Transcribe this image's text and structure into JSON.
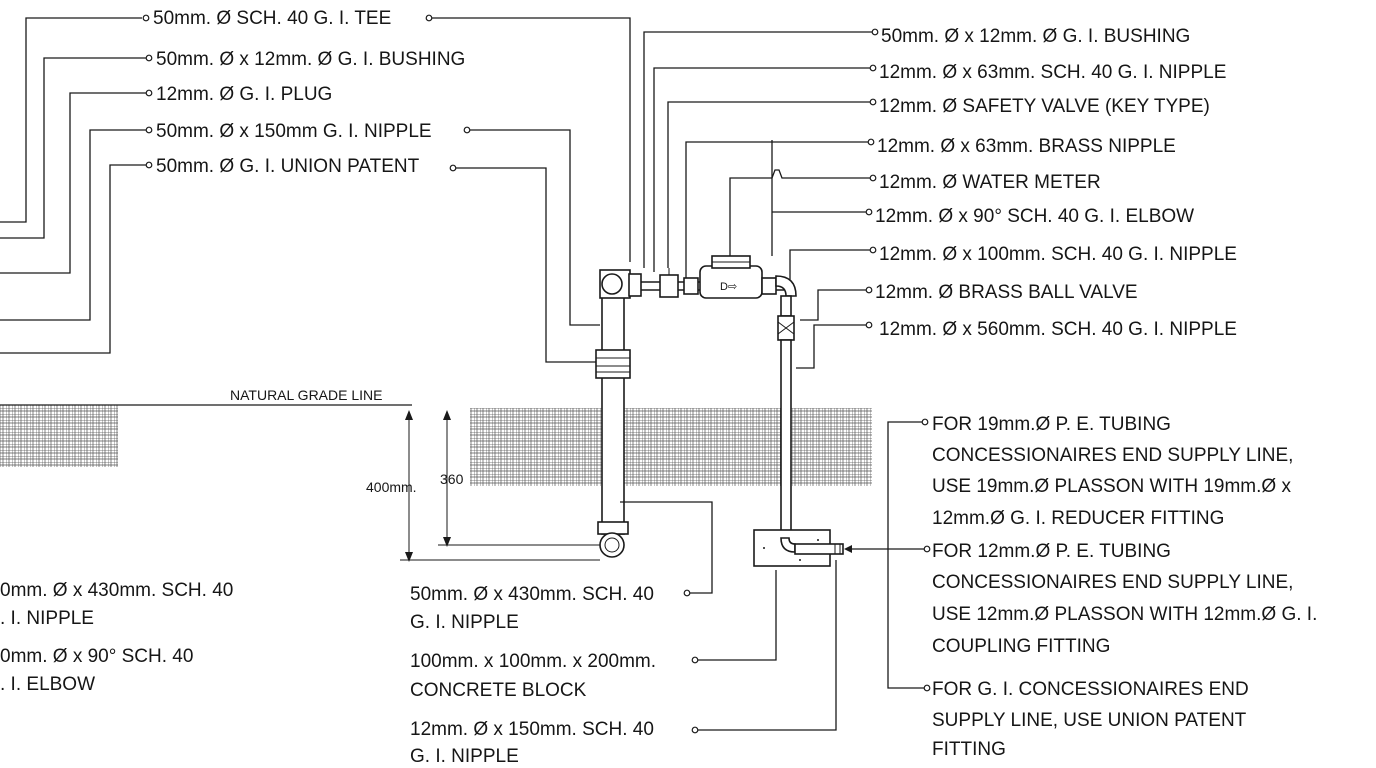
{
  "left_callouts": [
    "50mm. Ø SCH. 40 G. I. TEE",
    "50mm. Ø x 12mm. Ø G. I. BUSHING",
    "12mm. Ø G. I. PLUG",
    "50mm. Ø x 150mm G. I. NIPPLE",
    "50mm. Ø G. I. UNION PATENT"
  ],
  "right_callouts": [
    "50mm. Ø x 12mm. Ø G. I. BUSHING",
    "12mm. Ø x 63mm. SCH. 40 G. I. NIPPLE",
    "12mm. Ø SAFETY VALVE (KEY TYPE)",
    "12mm. Ø x 63mm. BRASS NIPPLE",
    "12mm. Ø WATER METER",
    "12mm. Ø x 90° SCH. 40 G. I. ELBOW",
    "12mm. Ø x 100mm. SCH. 40 G. I. NIPPLE",
    "12mm. Ø BRASS BALL VALVE",
    "12mm. Ø x 560mm. SCH. 40 G. I. NIPPLE"
  ],
  "grade_label": "NATURAL GRADE LINE",
  "dim_400": "400mm.",
  "dim_360": "360",
  "left_bottom_labels": [
    [
      "0mm. Ø x 430mm. SCH. 40",
      ". I. NIPPLE"
    ],
    [
      "0mm. Ø x 90° SCH. 40",
      ". I. ELBOW"
    ]
  ],
  "bottom_callouts": [
    [
      "50mm. Ø x 430mm. SCH. 40",
      "G. I. NIPPLE"
    ],
    [
      "100mm. x 100mm. x 200mm.",
      "CONCRETE BLOCK"
    ],
    [
      "12mm. Ø x 150mm. SCH. 40",
      "G. I. NIPPLE"
    ]
  ],
  "right_notes": [
    [
      "FOR 19mm.Ø P. E. TUBING",
      "CONCESSIONAIRES END SUPPLY LINE,",
      "USE 19mm.Ø PLASSON WITH 19mm.Ø x",
      "12mm.Ø G. I. REDUCER FITTING"
    ],
    [
      "FOR 12mm.Ø P. E. TUBING",
      "CONCESSIONAIRES END SUPPLY LINE,",
      "USE 12mm.Ø PLASSON WITH 12mm.Ø G. I.",
      "COUPLING FITTING"
    ],
    [
      "FOR G. I. CONCESSIONAIRES END",
      "SUPPLY LINE, USE UNION PATENT",
      "FITTING"
    ]
  ],
  "meter_mark": "D⇨"
}
